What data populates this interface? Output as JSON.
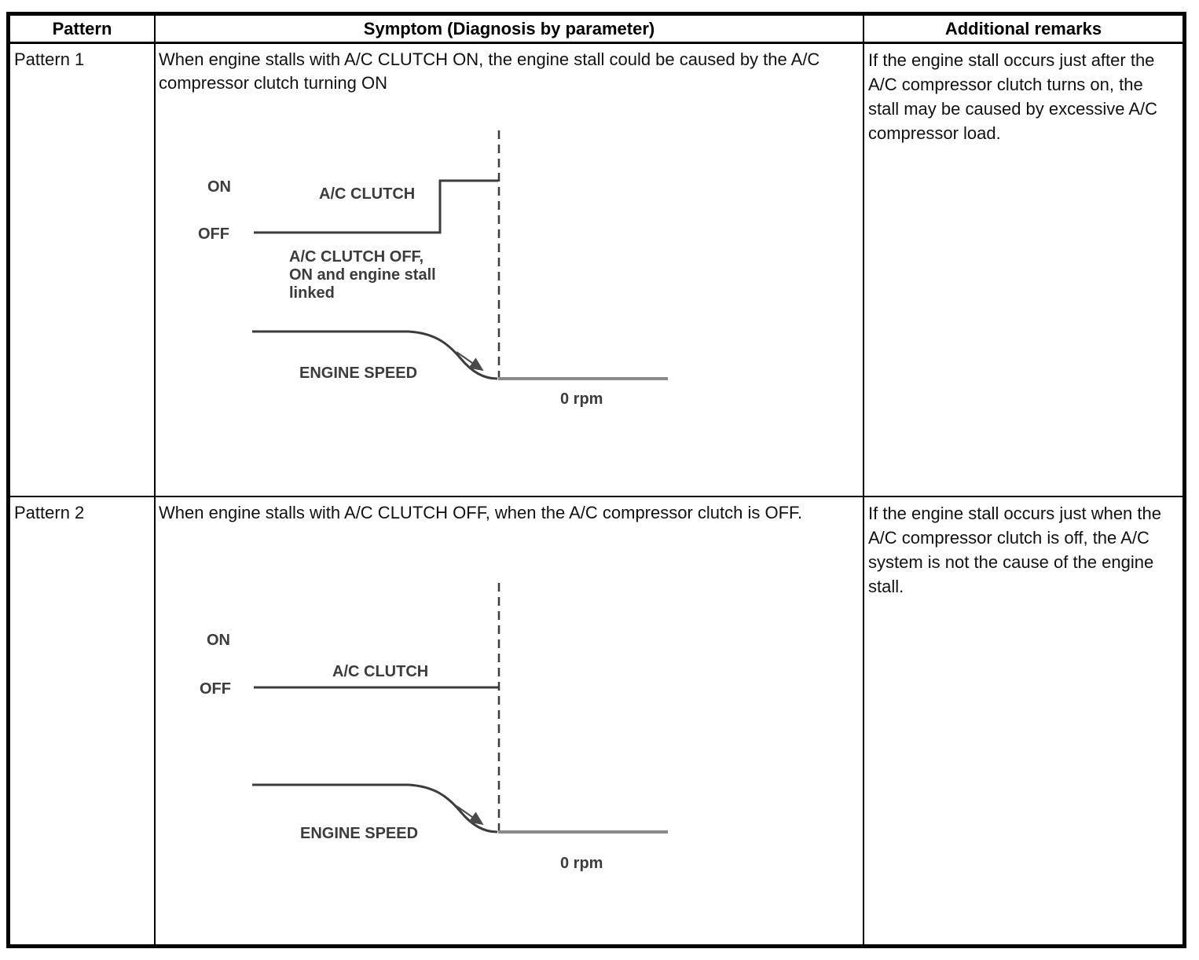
{
  "table": {
    "headers": {
      "pattern": "Pattern",
      "symptom": "Symptom (Diagnosis by parameter)",
      "remarks": "Additional remarks"
    },
    "rows": [
      {
        "pattern": "Pattern 1",
        "symptom": "When engine stalls with A/C CLUTCH ON, the engine stall could be caused by the A/C compressor clutch turning ON",
        "remarks": "If the engine stall occurs just after the A/C compressor clutch turns on, the stall may be caused by excessive A/C compressor load.",
        "diagram": {
          "on_label": "ON",
          "off_label": "OFF",
          "clutch_label": "A/C CLUTCH",
          "note_line1": "A/C CLUTCH OFF,",
          "note_line2": "ON and engine stall",
          "note_line3": "linked",
          "engine_speed_label": "ENGINE SPEED",
          "zero_rpm_label": "0 rpm"
        }
      },
      {
        "pattern": "Pattern 2",
        "symptom": "When engine stalls with A/C CLUTCH OFF, when the A/C compressor clutch is OFF.",
        "remarks": "If the engine stall occurs just when the A/C compressor clutch is off, the A/C system is not the cause of the engine stall.",
        "diagram": {
          "on_label": "ON",
          "off_label": "OFF",
          "clutch_label": "A/C CLUTCH",
          "engine_speed_label": "ENGINE SPEED",
          "zero_rpm_label": "0 rpm"
        }
      }
    ]
  },
  "colors": {
    "table_border": "#000000",
    "diagram_line": "#3c3c3c",
    "zero_rpm_line": "#8a8a8a",
    "text": "#111111"
  }
}
